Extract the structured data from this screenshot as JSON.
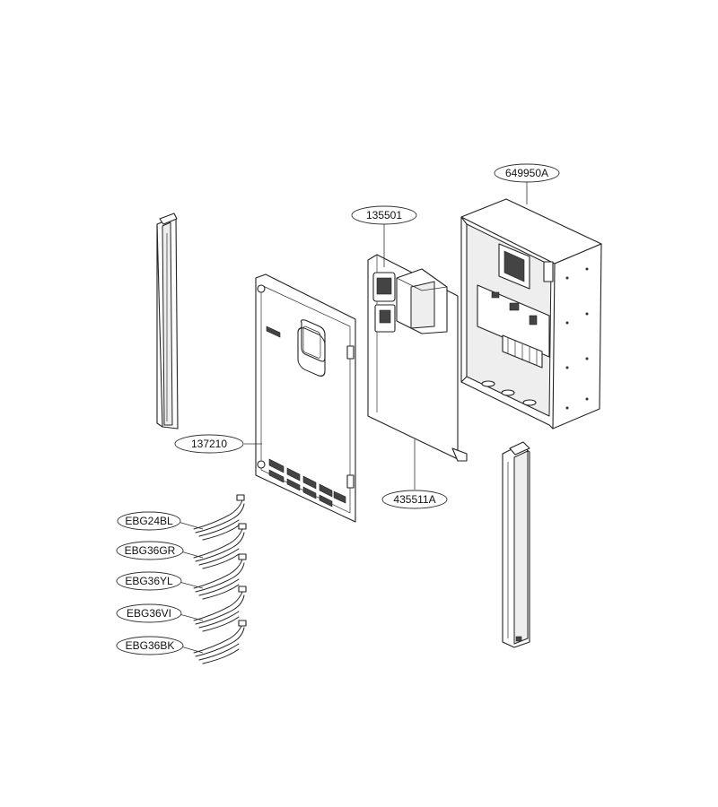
{
  "parts": {
    "control_box": {
      "code": "649950A"
    },
    "inner_panel": {
      "code": "135501"
    },
    "front_cover": {
      "code": "137210"
    },
    "back_panel": {
      "code": "435511A"
    },
    "harnesses": [
      {
        "code": "EBG24BL"
      },
      {
        "code": "EBG36GR"
      },
      {
        "code": "EBG36YL"
      },
      {
        "code": "EBG36VI"
      },
      {
        "code": "EBG36BK"
      }
    ]
  }
}
